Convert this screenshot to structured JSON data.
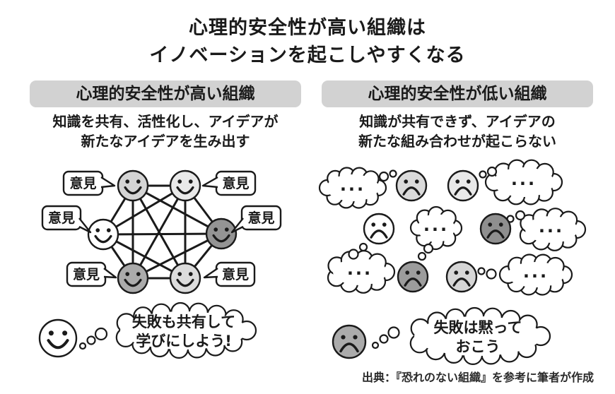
{
  "title": {
    "line1": "心理的安全性が高い組織は",
    "line2": "イノベーションを起こしやすくなる"
  },
  "left_panel": {
    "header": "心理的安全性が高い組織",
    "subtitle_line1": "知識を共有、活性化し、アイデアが",
    "subtitle_line2": "新たなアイデアを生み出す",
    "opinion_label": "意見",
    "thought_line1": "失敗も共有して",
    "thought_line2": "学びにしよう!"
  },
  "right_panel": {
    "header": "心理的安全性が低い組織",
    "subtitle_line1": "知識が共有できず、アイデアの",
    "subtitle_line2": "新たな組み合わせが起こらない",
    "silence_dots": "...",
    "thought_line1": "失敗は黙って",
    "thought_line2": "おこう"
  },
  "source": "出典：『恐れのない組織』を参考に筆者が作成",
  "colors": {
    "header_bg": "#d2d2d2",
    "ink": "#1a1a1a",
    "face_white": "#ffffff",
    "face_lighter": "#e9e9e9",
    "face_light": "#d6d6d6",
    "face_medium": "#ababab",
    "face_dark": "#949494"
  }
}
